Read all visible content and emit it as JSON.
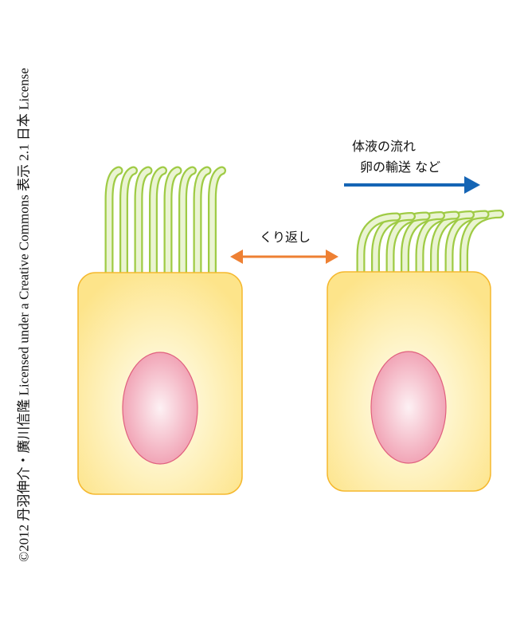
{
  "credit": "©2012 丹羽伸介・廣川信隆 Licensed under a Creative Commons 表示 2.1 日本 License",
  "labels": {
    "repeat": "くり返し",
    "flow_line1": "体液の流れ",
    "flow_line2": "卵の輸送  など"
  },
  "colors": {
    "cell_fill": "#fde48c",
    "cell_border": "#f5b82e",
    "nucleus": "#ef9aae",
    "cilia": "#9fcb45",
    "orange_arrow": "#ee8033",
    "blue_arrow": "#1565b5"
  }
}
